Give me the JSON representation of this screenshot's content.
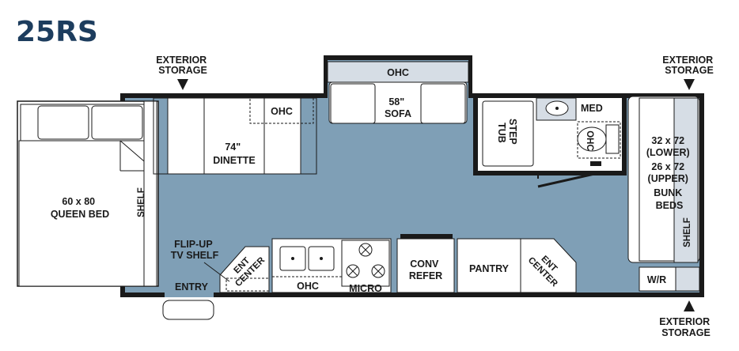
{
  "model": "25RS",
  "labels": {
    "exterior_storage_front": [
      "EXTERIOR",
      "STORAGE"
    ],
    "exterior_storage_rear_top": [
      "EXTERIOR",
      "STORAGE"
    ],
    "exterior_storage_rear_bottom": [
      "EXTERIOR",
      "STORAGE"
    ],
    "queen_bed": [
      "60 x 80",
      "QUEEN BED"
    ],
    "shelf_front": "SHELF",
    "dinette": [
      "74\"",
      "DINETTE"
    ],
    "ohc_dinette": "OHC",
    "ohc_slide": "OHC",
    "sofa": [
      "58\"",
      "SOFA"
    ],
    "step_tub": [
      "STEP",
      "TUB"
    ],
    "med": "MED",
    "ohc_bath": "OHC",
    "bunk_beds": [
      "32 x 72",
      "(LOWER)",
      "26 x 72",
      "(UPPER)",
      "BUNK",
      "BEDS"
    ],
    "shelf_rear": "SHELF",
    "flip_up_tv_shelf": [
      "FLIP-UP",
      "TV SHELF"
    ],
    "ent_center_front": [
      "ENT",
      "CENTER"
    ],
    "ohc_kitchen": "OHC",
    "micro": "MICRO",
    "conv_refer": [
      "CONV",
      "REFER"
    ],
    "pantry": "PANTRY",
    "ent_center_rear": [
      "ENT",
      "CENTER"
    ],
    "wr": "W/R",
    "entry": "ENTRY"
  }
}
